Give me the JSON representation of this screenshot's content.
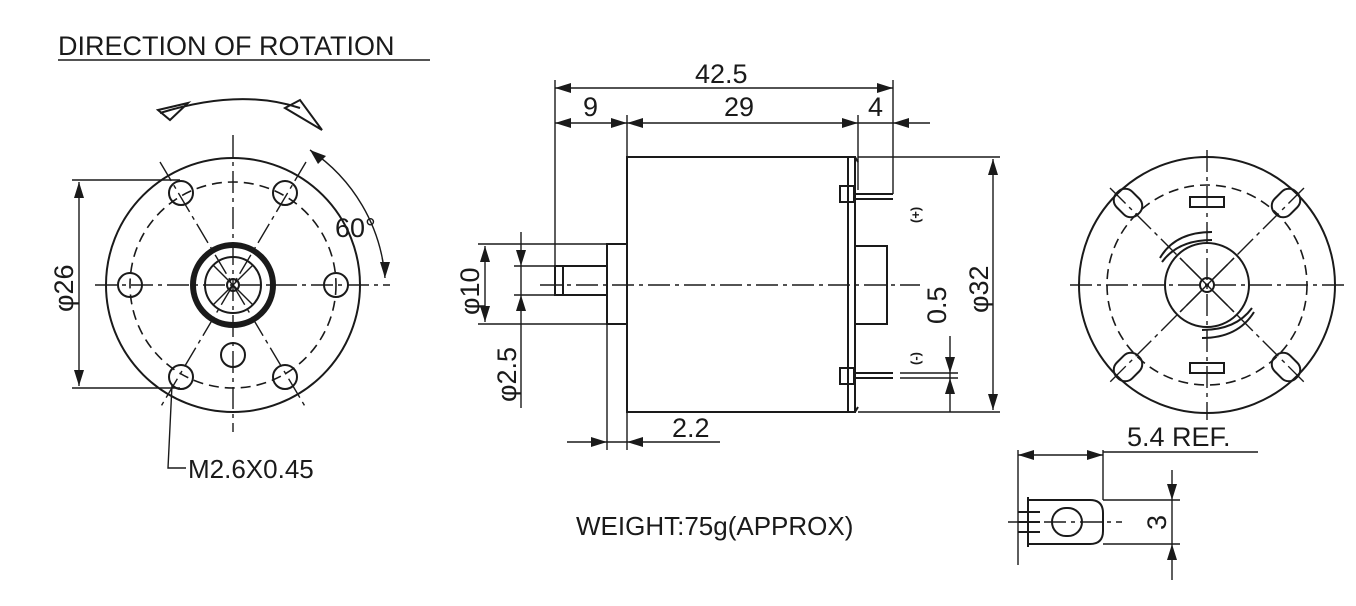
{
  "title": "DIRECTION OF ROTATION",
  "rotation_angle": "60°",
  "front_diameter": "φ26",
  "thread_callout": "M2.6X0.45",
  "overall_length": "42.5",
  "shaft_length": "9",
  "body_length": "29",
  "terminal_length": "4",
  "boss_diameter": "φ10",
  "shaft_diameter": "φ2.5",
  "boss_height": "2.2",
  "body_diameter": "φ32",
  "terminal_thickness": "0.5",
  "terminal_positive": "(+)",
  "terminal_negative": "(-)",
  "terminal_ref_length": "5.4 REF.",
  "terminal_width": "3",
  "weight": "WEIGHT:75g(APPROX)"
}
